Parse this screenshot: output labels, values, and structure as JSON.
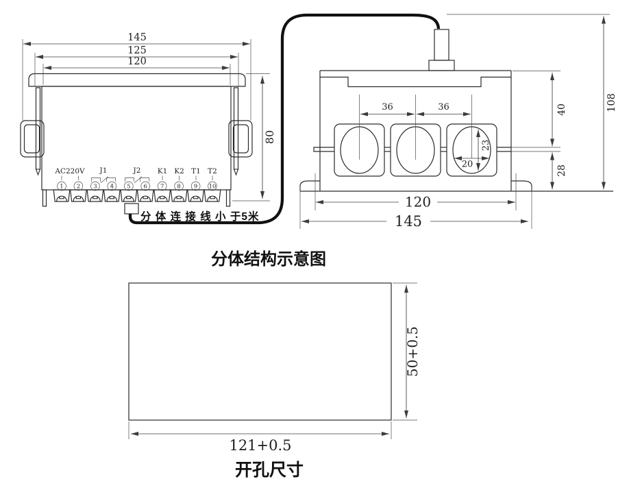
{
  "colors": {
    "ink": "#222222",
    "dim_line": "#3c3c3c",
    "background": "#ffffff",
    "cable": "#111111"
  },
  "split_diagram": {
    "title": "分体结构示意图",
    "cable_note": "分 体 连 接 线 小 于5米",
    "display_unit": {
      "dims": {
        "overall_width": "145",
        "clamp_width": "125",
        "body_width": "120",
        "body_height": "80"
      },
      "terminal_groups": [
        {
          "label": "AC220V"
        },
        {
          "label": "J1"
        },
        {
          "label": "J2"
        },
        {
          "label": "K1"
        },
        {
          "label": "K2"
        },
        {
          "label": "T1"
        },
        {
          "label": "T2"
        }
      ],
      "terminal_numbers": [
        "1",
        "2",
        "3",
        "4",
        "5",
        "6",
        "7",
        "8",
        "9",
        "10"
      ]
    },
    "sensor_unit": {
      "dims": {
        "hole_pitch_left": "36",
        "hole_pitch_right": "36",
        "hole_width": "20",
        "hole_height": "23",
        "top_to_seam": "40",
        "seam_to_bottom": "28",
        "overall_height": "108",
        "mounting_pitch": "120",
        "overall_width": "145"
      }
    }
  },
  "cutout_diagram": {
    "label": "开孔尺寸",
    "width": "121+0.5",
    "height": "50+0.5"
  }
}
